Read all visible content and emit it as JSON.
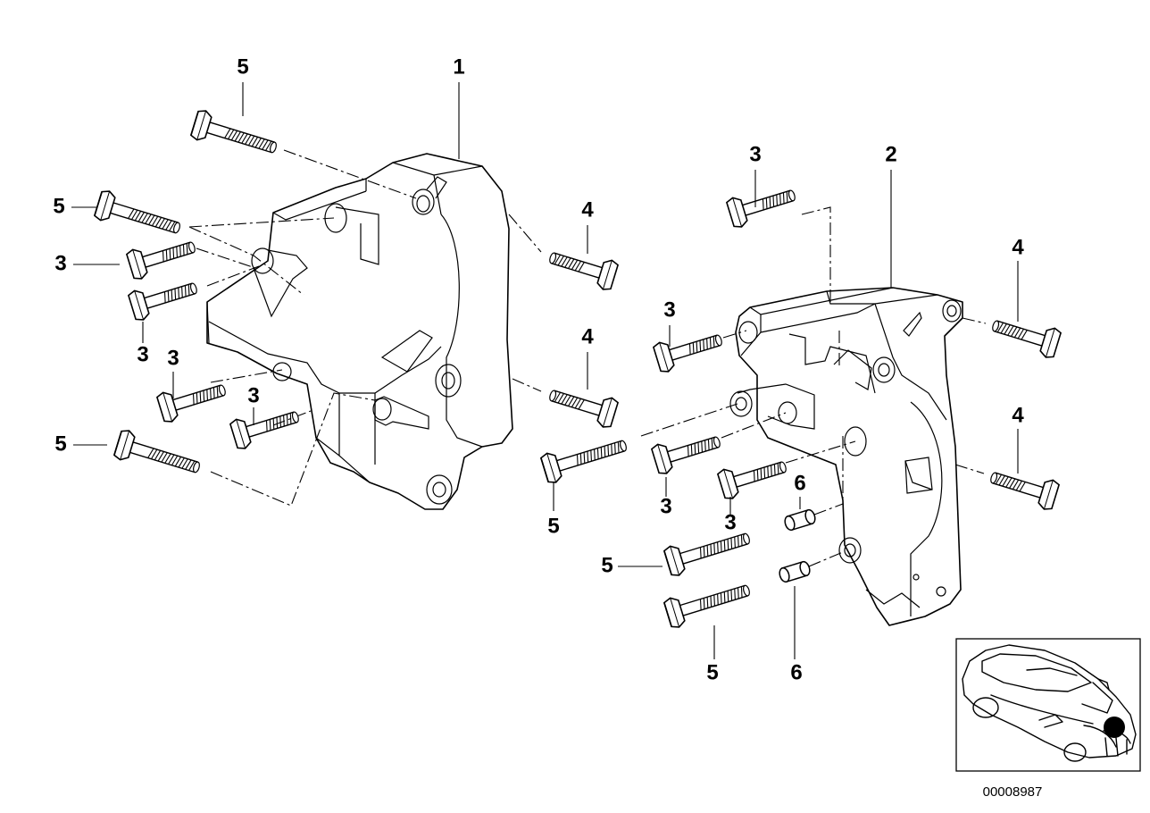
{
  "diagram": {
    "callouts": [
      {
        "id": "c1",
        "text": "1",
        "part": "bracket-left"
      },
      {
        "id": "c2",
        "text": "2",
        "part": "bracket-right"
      },
      {
        "id": "c3a",
        "text": "3",
        "part": "bolt"
      },
      {
        "id": "c3b",
        "text": "3",
        "part": "bolt"
      },
      {
        "id": "c3c",
        "text": "3",
        "part": "bolt"
      },
      {
        "id": "c3d",
        "text": "3",
        "part": "bolt"
      },
      {
        "id": "c3e",
        "text": "3",
        "part": "bolt"
      },
      {
        "id": "c3f",
        "text": "3",
        "part": "bolt"
      },
      {
        "id": "c3g",
        "text": "3",
        "part": "bolt"
      },
      {
        "id": "c3h",
        "text": "3",
        "part": "bolt"
      },
      {
        "id": "c4a",
        "text": "4",
        "part": "bolt"
      },
      {
        "id": "c4b",
        "text": "4",
        "part": "bolt"
      },
      {
        "id": "c4c",
        "text": "4",
        "part": "bolt"
      },
      {
        "id": "c4d",
        "text": "4",
        "part": "bolt"
      },
      {
        "id": "c5a",
        "text": "5",
        "part": "bolt"
      },
      {
        "id": "c5b",
        "text": "5",
        "part": "bolt"
      },
      {
        "id": "c5c",
        "text": "5",
        "part": "bolt"
      },
      {
        "id": "c5d",
        "text": "5",
        "part": "bolt"
      },
      {
        "id": "c5e",
        "text": "5",
        "part": "bolt"
      },
      {
        "id": "c5f",
        "text": "5",
        "part": "bolt"
      },
      {
        "id": "c6a",
        "text": "6",
        "part": "sleeve"
      },
      {
        "id": "c6b",
        "text": "6",
        "part": "sleeve"
      }
    ],
    "drawing_number": "00008987",
    "icons": [
      "hex-bolt-icon",
      "sleeve-icon",
      "car-location-icon"
    ]
  }
}
